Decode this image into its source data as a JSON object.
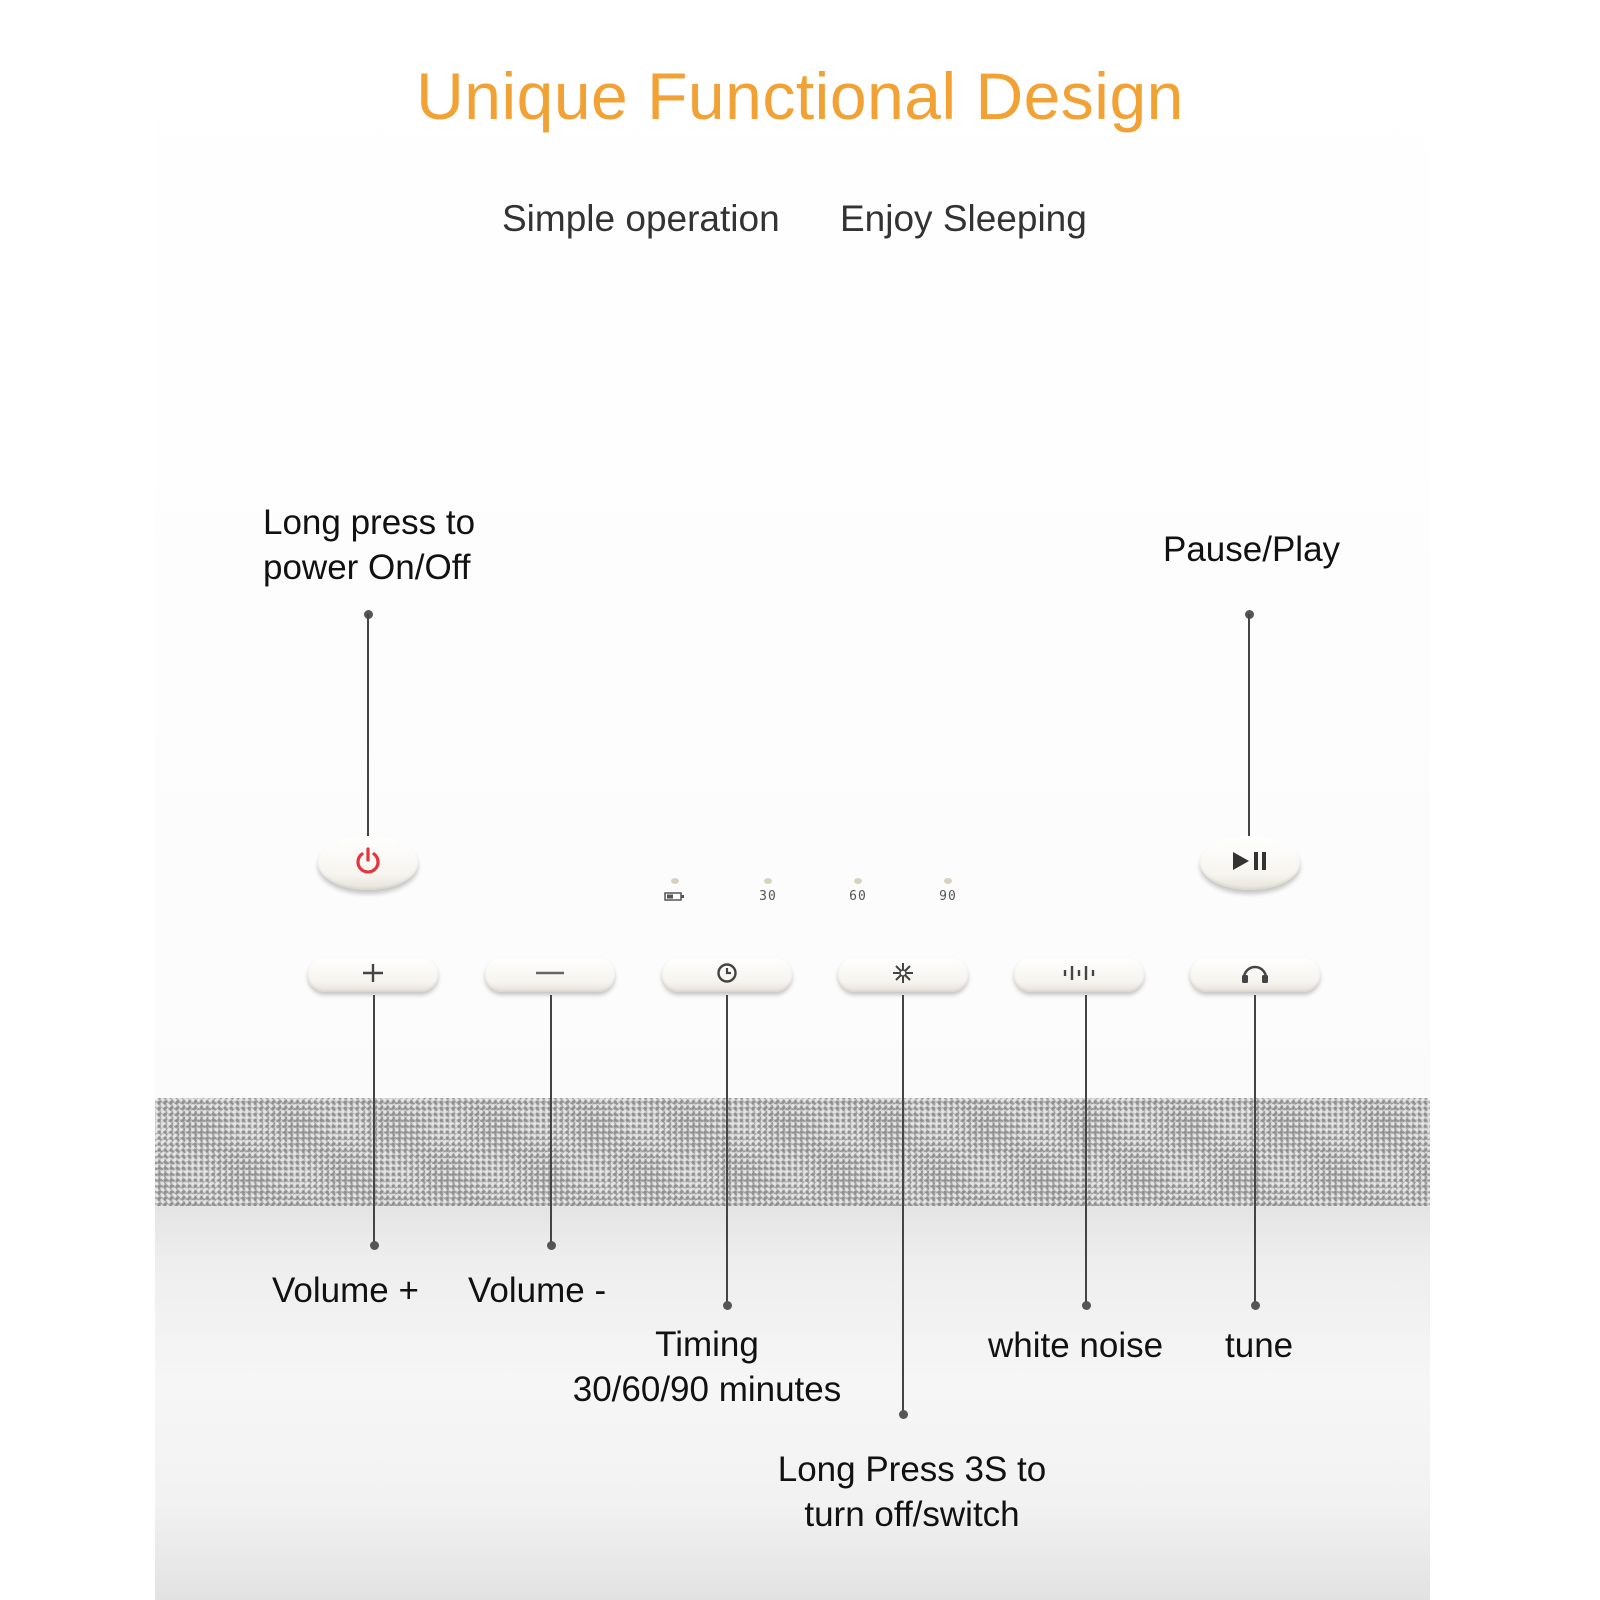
{
  "title": "Unique Functional Design",
  "subtitle": [
    "Simple operation",
    "Enjoy Sleeping"
  ],
  "callouts": {
    "power": [
      "Long press to",
      "power On/Off"
    ],
    "pause_play": "Pause/Play",
    "volume_up": "Volume +",
    "volume_down": "Volume -",
    "timing": [
      "Timing",
      "30/60/90 minutes"
    ],
    "light": [
      "Long Press 3S to",
      "turn off/switch"
    ],
    "white_noise": "white noise",
    "tune": "tune"
  },
  "timer_indicators": [
    "30",
    "60",
    "90"
  ],
  "colors": {
    "title": "#f2a234",
    "power_icon": "#e8323c",
    "text": "#111111",
    "line": "#444444"
  },
  "icons": {
    "power_button": "power-icon",
    "pause_play_button": "play-pause-icon",
    "volume_up_button": "plus-icon",
    "volume_down_button": "minus-icon",
    "timing_button": "clock-icon",
    "light_button": "sparkle-icon",
    "white_noise_button": "sound-wave-icon",
    "tune_button": "headphones-icon",
    "timer_battery": "battery-icon"
  }
}
